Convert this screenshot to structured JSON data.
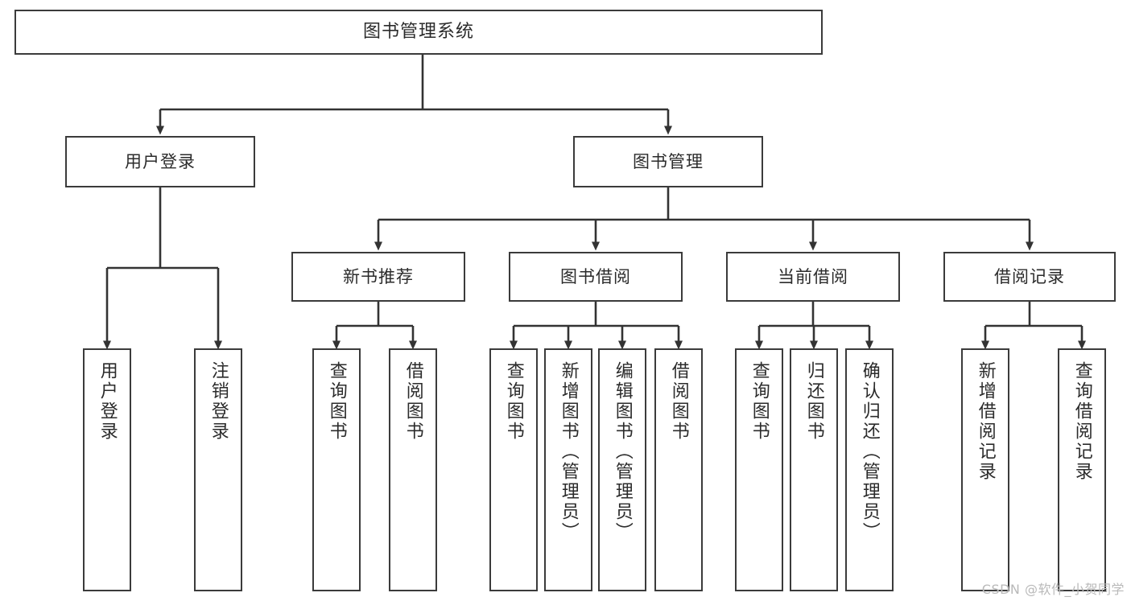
{
  "diagram": {
    "title": "图书管理系统",
    "type": "tree",
    "watermark": "CSDN @软件_小贺同学",
    "colors": {
      "box_border": "#3b3b3b",
      "box_fill": "#ffffff",
      "connector": "#333333",
      "text": "#2b2b2b",
      "watermark": "#b9b9b9"
    },
    "root": {
      "label": "图书管理系统"
    },
    "level1": [
      {
        "label": "用户登录"
      },
      {
        "label": "图书管理"
      }
    ],
    "level2": [
      {
        "label": "新书推荐"
      },
      {
        "label": "图书借阅"
      },
      {
        "label": "当前借阅"
      },
      {
        "label": "借阅记录"
      }
    ],
    "leaves": {
      "user_login": [
        {
          "label": "用户登录"
        },
        {
          "label": "注销登录"
        }
      ],
      "new_book_recommend": [
        {
          "label": "查询图书"
        },
        {
          "label": "借阅图书"
        }
      ],
      "book_borrow": [
        {
          "label": "查询图书"
        },
        {
          "label": "新增图书（管理员）"
        },
        {
          "label": "编辑图书（管理员）"
        },
        {
          "label": "借阅图书"
        }
      ],
      "current_borrow": [
        {
          "label": "查询图书"
        },
        {
          "label": "归还图书"
        },
        {
          "label": "确认归还（管理员）"
        }
      ],
      "borrow_record": [
        {
          "label": "新增借阅记录"
        },
        {
          "label": "查询借阅记录"
        }
      ]
    }
  }
}
